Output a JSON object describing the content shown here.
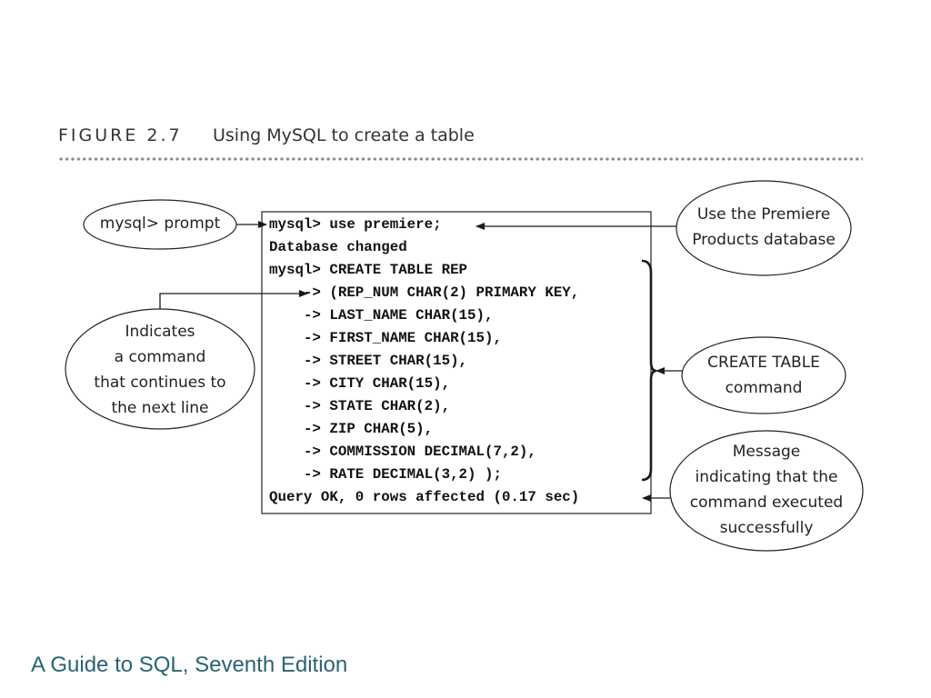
{
  "figure": {
    "label": "FIGURE 2.7",
    "title": "Using MySQL to create a table"
  },
  "terminal_lines": [
    "mysql> use premiere;",
    "Database changed",
    "mysql> CREATE TABLE REP",
    "    -> (REP_NUM CHAR(2) PRIMARY KEY,",
    "    -> LAST_NAME CHAR(15),",
    "    -> FIRST_NAME CHAR(15),",
    "    -> STREET CHAR(15),",
    "    -> CITY CHAR(15),",
    "    -> STATE CHAR(2),",
    "    -> ZIP CHAR(5),",
    "    -> COMMISSION DECIMAL(7,2),",
    "    -> RATE DECIMAL(3,2) );",
    "Query OK, 0 rows affected (0.17 sec)"
  ],
  "callouts": {
    "prompt": "mysql> prompt",
    "continues": "Indicates\na command\nthat continues to\nthe next line",
    "use_db": "Use the Premiere\nProducts database",
    "create_table": "CREATE TABLE\ncommand",
    "message": "Message\nindicating that the\ncommand executed\nsuccessfully"
  },
  "footer": "A Guide to SQL, Seventh Edition",
  "colors": {
    "footer_text": "#2a6374",
    "lines": "#1a1a1a"
  }
}
